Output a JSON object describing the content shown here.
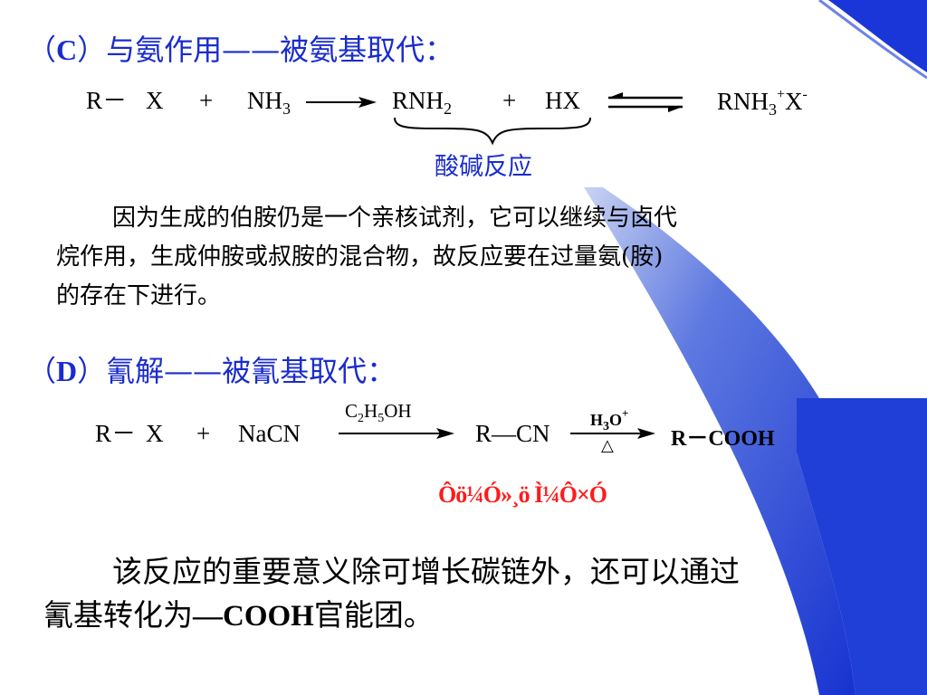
{
  "slide": {
    "section_c": {
      "heading_open": "（",
      "heading_letter": "C",
      "heading_rest": "）与氨作用——被氨基取代：",
      "eq": {
        "r": "R",
        "dash": "─",
        "x": "X",
        "plus1": "+",
        "nh": "NH",
        "nh_sub": "3",
        "rnh": "RNH",
        "rnh_sub": "2",
        "plus2": "+",
        "hx": "HX",
        "salt": "RNH",
        "salt_sub": "3",
        "salt_sup1": "+",
        "salt_x": "X",
        "salt_sup2": "-"
      },
      "brace_label": "酸碱反应",
      "para_line1": "因为生成的伯胺仍是一个亲核试剂，它可以继续与卤代",
      "para_line2": "烷作用，生成仲胺或叔胺的混合物，故反应要在过量氨(胺)",
      "para_line3": "的存在下进行。"
    },
    "section_d": {
      "heading_open": "（",
      "heading_letter": "D",
      "heading_rest": "）氰解——被氰基取代：",
      "eq": {
        "r": "R",
        "dash": "─",
        "x": "X",
        "plus": "+",
        "reagent": "NaCN",
        "arrow1_c": "C",
        "arrow1_c_sub": "2",
        "arrow1_h": "H",
        "arrow1_h_sub": "5",
        "arrow1_oh": "OH",
        "rcn": "R—CN",
        "arrow2_h": "H",
        "arrow2_h_sub": "3",
        "arrow2_o": "O",
        "arrow2_o_sup": "+",
        "arrow2_below": "△",
        "product": "R－COOH"
      },
      "garbled_label": "Ôö¼Ó»¸ö Ì¼Ô­×Ó",
      "para_line1": "该反应的重要意义除可增长碳链外，还可以通过",
      "para_line2_a": "氰基转化为",
      "para_line2_b": "—COOH",
      "para_line2_c": "官能团。"
    }
  },
  "colors": {
    "accent_blue": "#1a2ccc",
    "decor_blue": "#1f3fd6",
    "text": "#000000"
  }
}
